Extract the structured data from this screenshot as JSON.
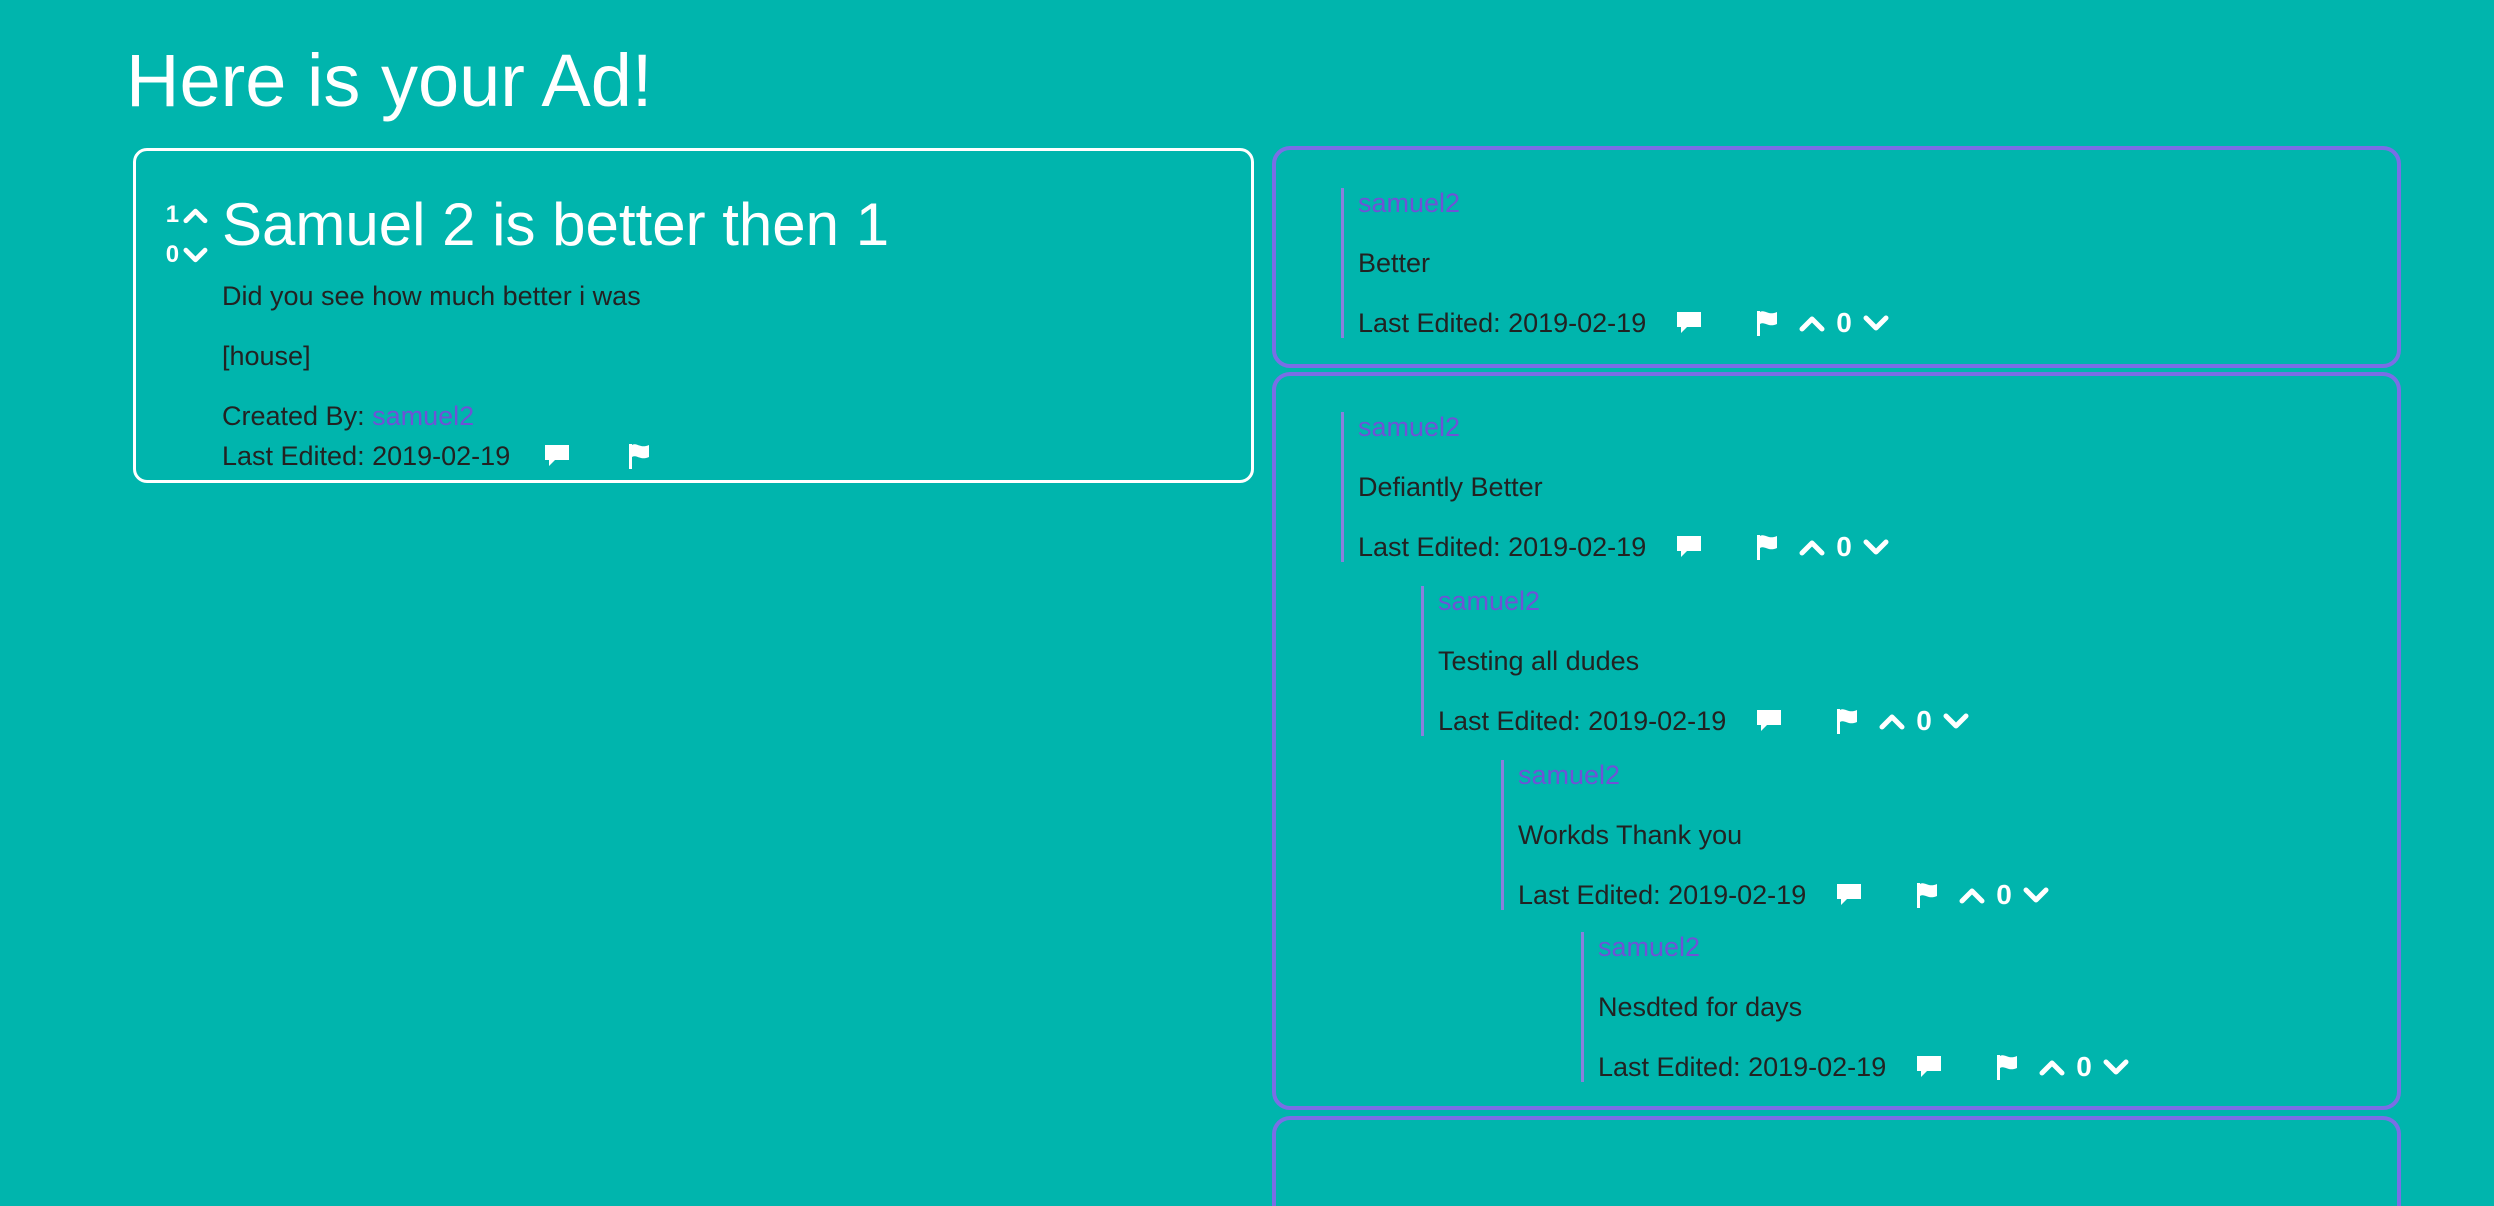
{
  "page": {
    "heading": "Here is your Ad!"
  },
  "ad": {
    "title": "Samuel 2 is better then 1",
    "upvotes": "1",
    "downvotes": "0",
    "description": "Did you see how much better i was",
    "tags": "[house]",
    "created_by_label": "Created By:",
    "author": "samuel2",
    "last_edited": "Last Edited: 2019-02-19"
  },
  "comments": [
    {
      "author": "samuel2",
      "body": "Better",
      "last_edited": "Last Edited: 2019-02-19",
      "score": "0"
    },
    {
      "author": "samuel2",
      "body": "Defiantly Better",
      "last_edited": "Last Edited: 2019-02-19",
      "score": "0"
    },
    {
      "author": "samuel2",
      "body": "Testing all dudes",
      "last_edited": "Last Edited: 2019-02-19",
      "score": "0"
    },
    {
      "author": "samuel2",
      "body": "Workds Thank you",
      "last_edited": "Last Edited: 2019-02-19",
      "score": "0"
    },
    {
      "author": "samuel2",
      "body": "Nesdted for days",
      "last_edited": "Last Edited: 2019-02-19",
      "score": "0"
    }
  ],
  "icons": {
    "reply": "speech-bubble-icon",
    "flag": "flag-icon",
    "upvote": "chevron-up-icon",
    "downvote": "chevron-down-icon"
  },
  "colors": {
    "background": "#00b5ad",
    "link": "#6f52d6",
    "comment_border": "#7a6ee6"
  }
}
